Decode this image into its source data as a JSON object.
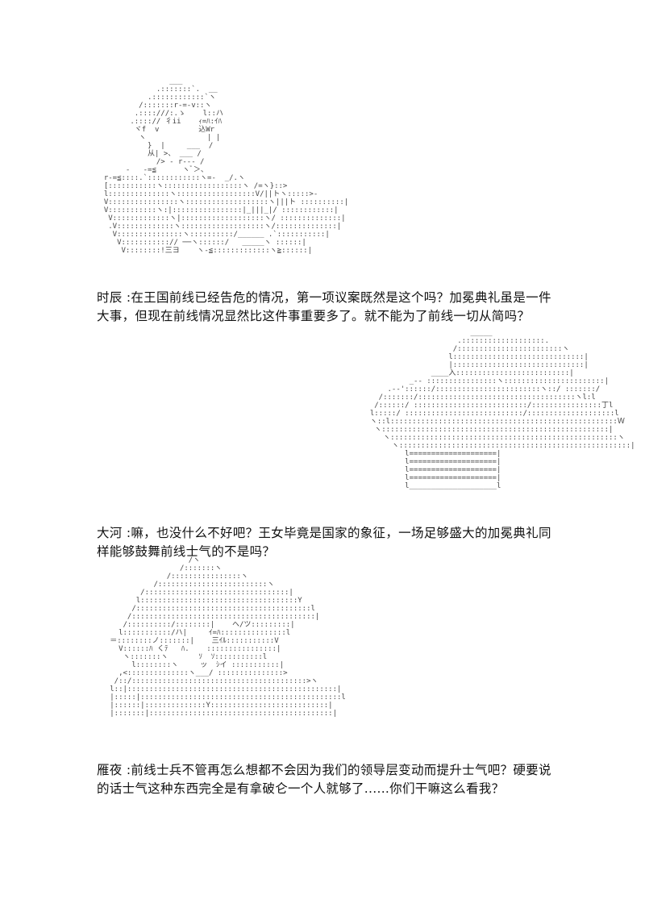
{
  "dialogues": [
    {
      "speaker": "时辰 :",
      "text": "在王国前线已经告危的情况，第一项议案既然是这个吗？加冕典礼虽是一件大事，但现在前线情况显然比这件事重要多了。就不能为了前线一切从简吗？"
    },
    {
      "speaker": "大河 :",
      "text": "嘛，也没什么不好吧？王女毕竟是国家的象征，一场足够盛大的加冕典礼同样能够鼓舞前线士气的不是吗？"
    },
    {
      "speaker": "雁夜 :",
      "text": "前线士兵不管再怎么想都不会因为我们的领导层变动而提升士气吧？硬要说的话士气这种东西完全是有拿破仑一个人就够了......你们干嘛这么看我？"
    }
  ]
}
